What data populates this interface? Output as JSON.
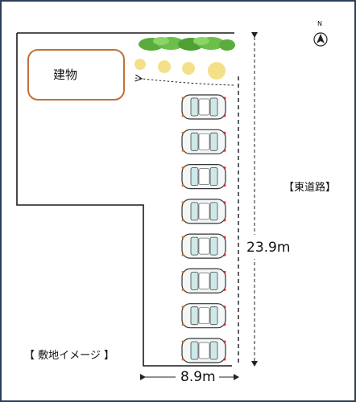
{
  "labels": {
    "building": "建物",
    "road": "【東道路】",
    "length": "23.9m",
    "width": "8.9m",
    "site": "【 敷地イメージ 】",
    "north": "N"
  },
  "parking": {
    "car_count": 8
  },
  "colors": {
    "site_outline": "#1a1a1a",
    "building_outline": "#c0703a",
    "hedge": "#6cbf4a",
    "bush": "#f5e08a",
    "frame": "#2b3e5a",
    "car_body": "#f4f7f7",
    "car_glass": "#cfe8e8"
  },
  "icons": {
    "north_arrow": "compass-north-icon",
    "car": "car-icon"
  }
}
